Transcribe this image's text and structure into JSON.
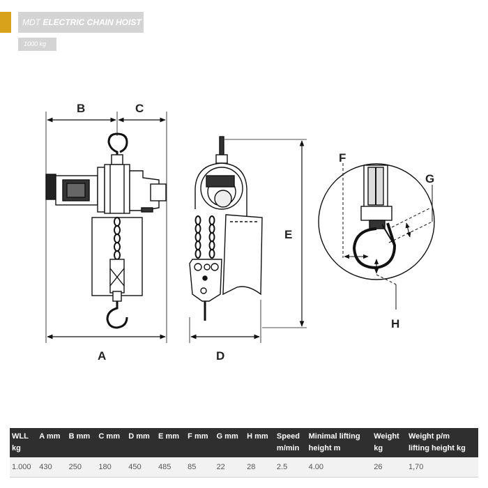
{
  "header": {
    "series": "MDT",
    "product": "ELECTRIC CHAIN HOIST",
    "capacity": "1000 kg"
  },
  "dimensions": {
    "A": "A",
    "B": "B",
    "C": "C",
    "D": "D",
    "E": "E",
    "F": "F",
    "G": "G",
    "H": "H"
  },
  "colors": {
    "accent": "#d8a21b",
    "header_bg": "#d4d4d4",
    "table_header_bg": "#2f2f2f"
  },
  "table": {
    "headers": [
      {
        "line1": "WLL",
        "line2": "kg"
      },
      {
        "line1": "A mm",
        "line2": ""
      },
      {
        "line1": "B mm",
        "line2": ""
      },
      {
        "line1": "C mm",
        "line2": ""
      },
      {
        "line1": "D mm",
        "line2": ""
      },
      {
        "line1": "E mm",
        "line2": ""
      },
      {
        "line1": "F mm",
        "line2": ""
      },
      {
        "line1": "G mm",
        "line2": ""
      },
      {
        "line1": "H mm",
        "line2": ""
      },
      {
        "line1": "Speed",
        "line2": "m/min"
      },
      {
        "line1": "Minimal lifting",
        "line2": "height m"
      },
      {
        "line1": "Weight",
        "line2": "kg"
      },
      {
        "line1": "Weight p/m",
        "line2": "lifting height  kg"
      }
    ],
    "rows": [
      [
        "1.000",
        "430",
        "250",
        "180",
        "450",
        "485",
        "85",
        "22",
        "28",
        "2.5",
        "4.00",
        "26",
        "1,70"
      ]
    ]
  }
}
